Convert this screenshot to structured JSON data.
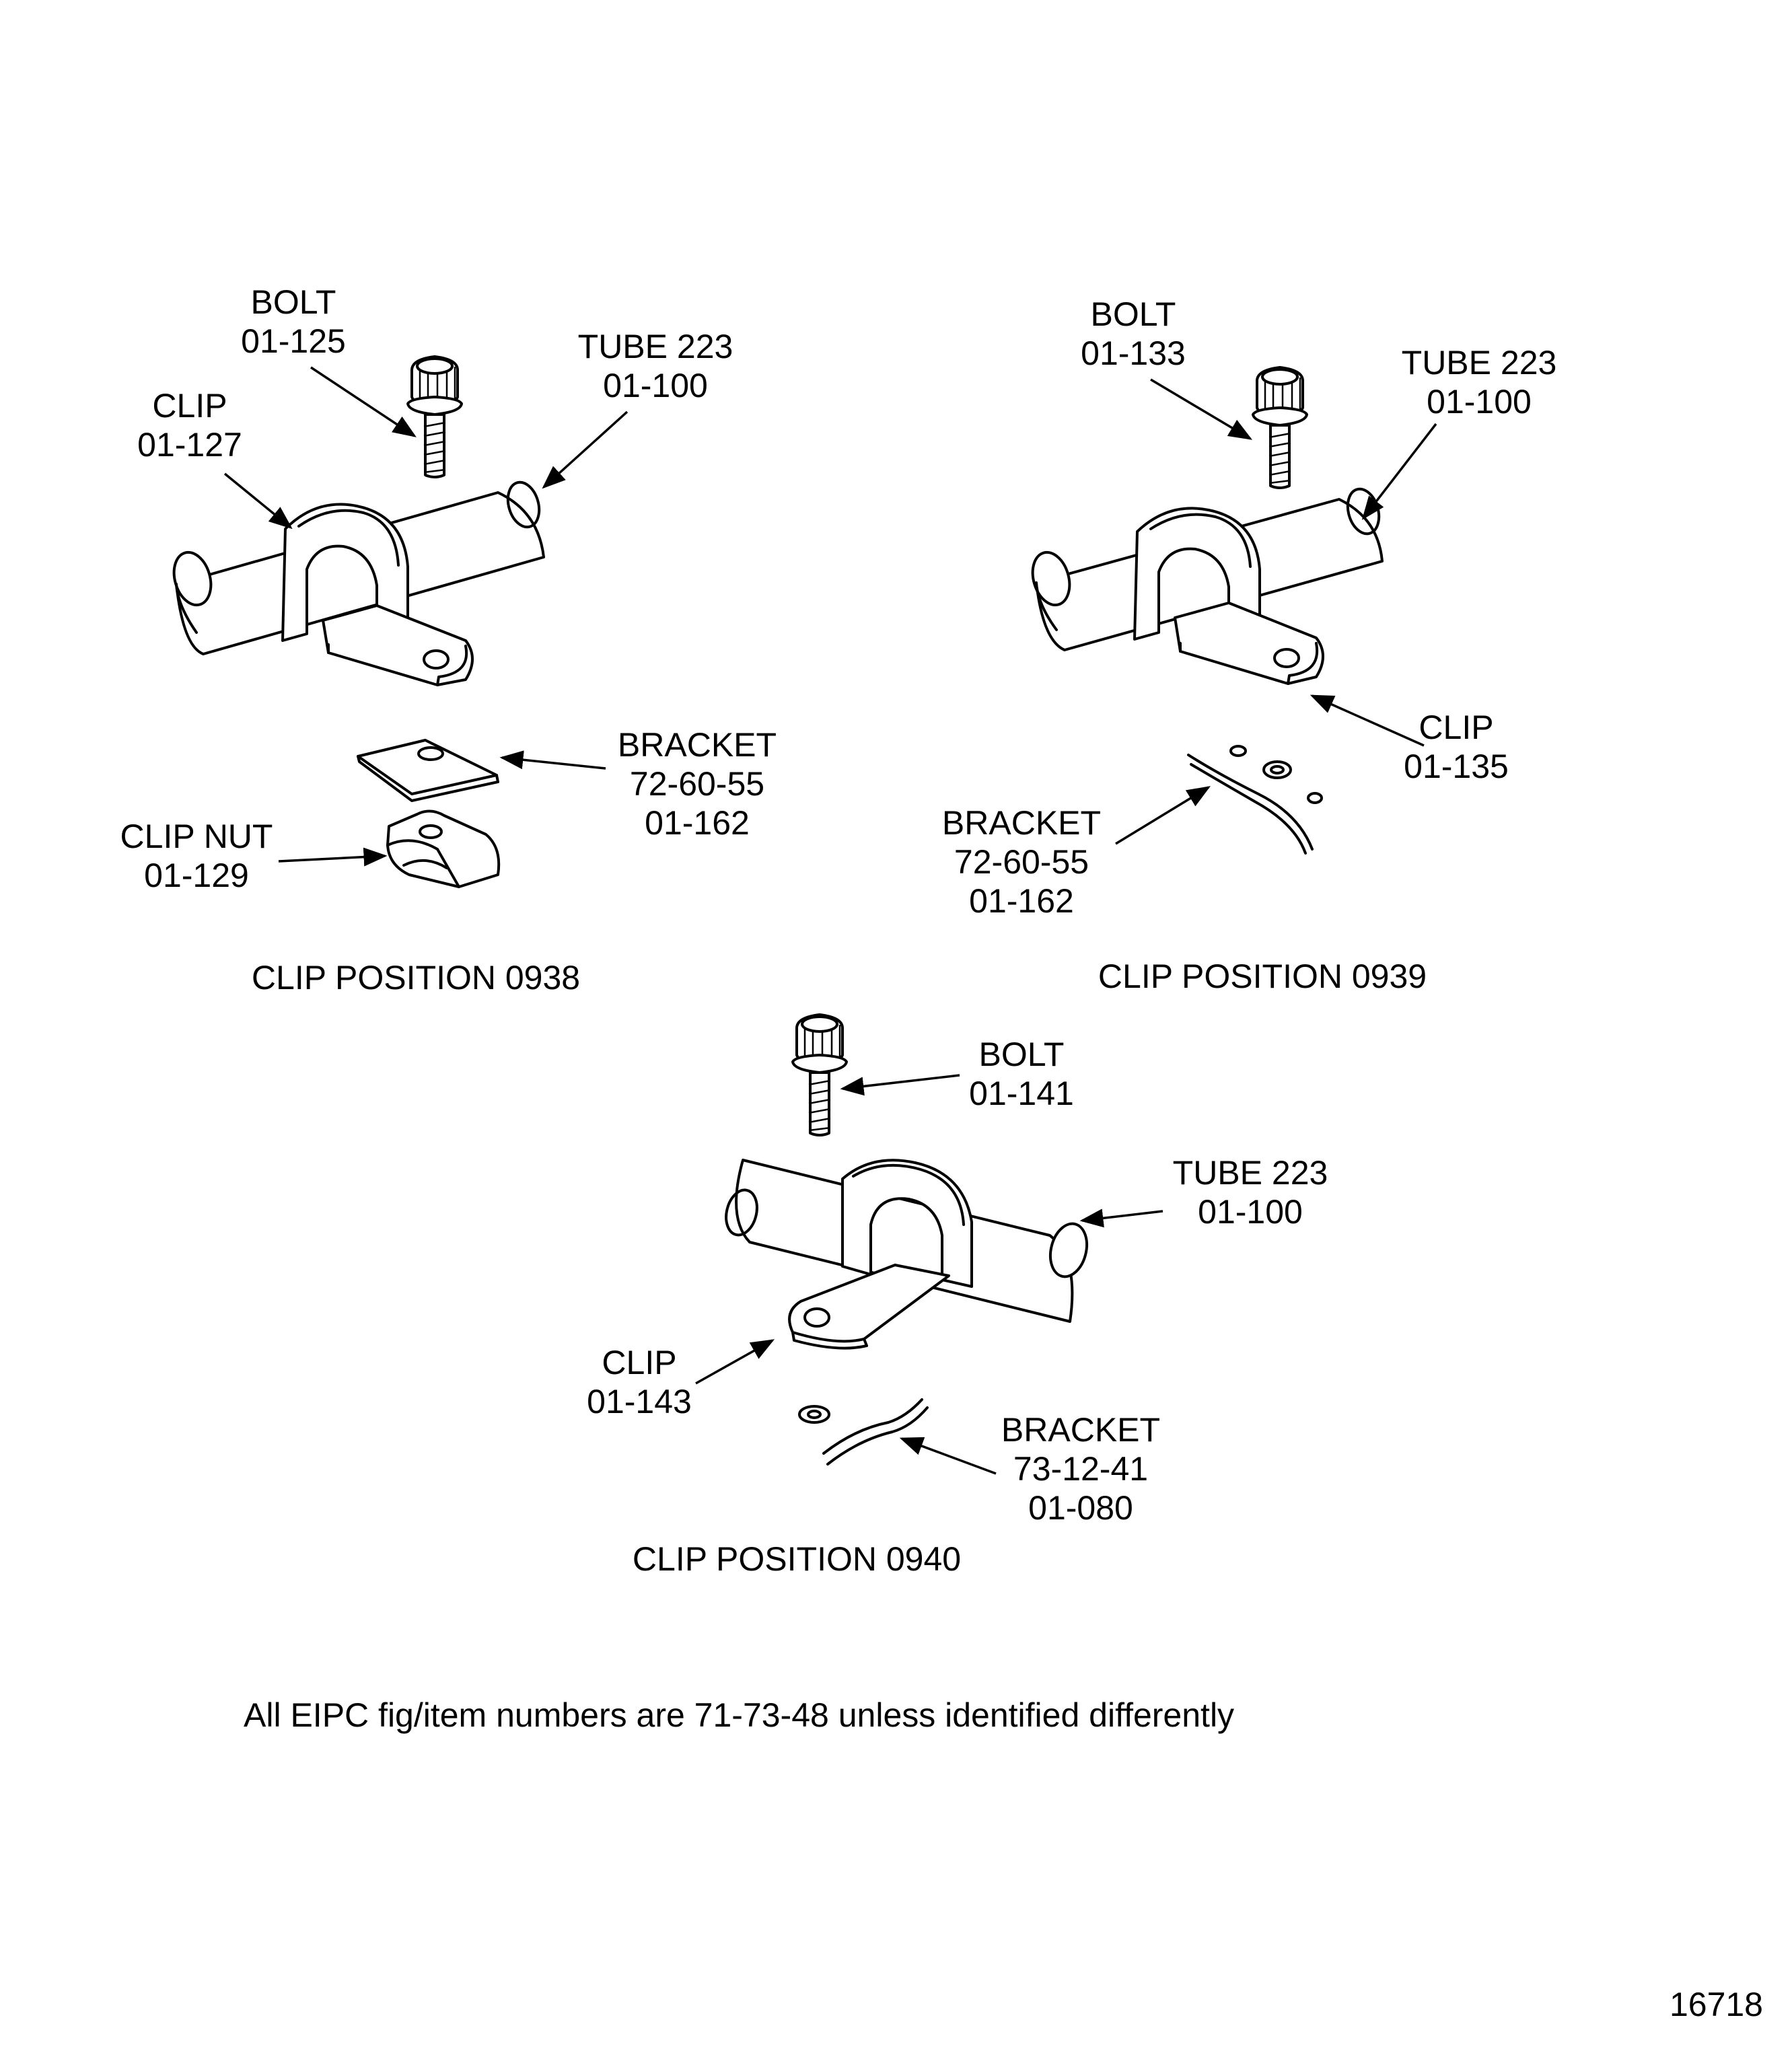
{
  "figure_number": "16718",
  "note": "All EIPC fig/item numbers are 71-73-48 unless identified differently",
  "colors": {
    "ink": "#000000",
    "paper": "#ffffff"
  },
  "position_0938": {
    "caption": "CLIP POSITION 0938",
    "bolt": {
      "name": "BOLT",
      "item": "01-125"
    },
    "tube": {
      "name": "TUBE 223",
      "item": "01-100"
    },
    "clip": {
      "name": "CLIP",
      "item": "01-127"
    },
    "bracket": {
      "name": "BRACKET",
      "ref": "72-60-55",
      "item": "01-162"
    },
    "clip_nut": {
      "name": "CLIP NUT",
      "item": "01-129"
    }
  },
  "position_0939": {
    "caption": "CLIP POSITION 0939",
    "bolt": {
      "name": "BOLT",
      "item": "01-133"
    },
    "tube": {
      "name": "TUBE 223",
      "item": "01-100"
    },
    "clip": {
      "name": "CLIP",
      "item": "01-135"
    },
    "bracket": {
      "name": "BRACKET",
      "ref": "72-60-55",
      "item": "01-162"
    }
  },
  "position_0940": {
    "caption": "CLIP POSITION 0940",
    "bolt": {
      "name": "BOLT",
      "item": "01-141"
    },
    "tube": {
      "name": "TUBE 223",
      "item": "01-100"
    },
    "clip": {
      "name": "CLIP",
      "item": "01-143"
    },
    "bracket": {
      "name": "BRACKET",
      "ref": "73-12-41",
      "item": "01-080"
    }
  }
}
